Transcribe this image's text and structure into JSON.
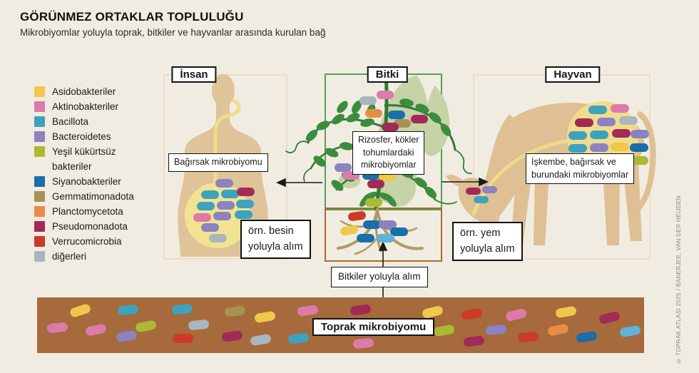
{
  "header": {
    "title": "GÖRÜNMEZ ORTAKLAR TOPLULUĞU",
    "subtitle": "Mikrobiyomlar yoluyla toprak, bitkiler ve hayvanlar arasında kurulan bağ"
  },
  "legend": {
    "items": [
      {
        "label": "Asidobakteriler",
        "color": "#EFC84B"
      },
      {
        "label": "Aktinobakteriler",
        "color": "#DC7BA9"
      },
      {
        "label": "Bacillota",
        "color": "#3DA3BD"
      },
      {
        "label": "Bacteroidetes",
        "color": "#8B82C1"
      },
      {
        "label": "Yeşil kükürtsüz bakteriler",
        "color": "#ACB935"
      },
      {
        "label": "Siyanobakteriler",
        "color": "#1A6EA9"
      },
      {
        "label": "Gemmatimonadota",
        "color": "#A79154"
      },
      {
        "label": "Planctomycetota",
        "color": "#E68C45"
      },
      {
        "label": "Pseudomonadota",
        "color": "#A22A56"
      },
      {
        "label": "Verrucomicrobia",
        "color": "#CB3B27"
      },
      {
        "label": "diğerleri",
        "color": "#A9B6BE"
      }
    ]
  },
  "panels": {
    "human": {
      "title": "İnsan",
      "label": "Bağırsak mikrobiyomu"
    },
    "plant": {
      "title": "Bitki",
      "label": "Rizosfer, kökler\ntohumlardaki\nmikrobiyomlar"
    },
    "animal": {
      "title": "Hayvan",
      "label": "İşkembe, bağırsak ve\nburundaki mikrobiyomlar"
    }
  },
  "annotations": {
    "to_human": "örn. besin\nyoluyla alım",
    "to_animal": "örn. yem\nyoluyla alım",
    "soil_to_plant": "Bitkiler yoluyla alım",
    "soil_label": "Toprak mikrobiyomu"
  },
  "credit": "© TOPRAK ATLASI 2025 / BANERJEE, VAN DER HEIJDEN",
  "palette": {
    "y": "#EFC84B",
    "pk": "#DC7BA9",
    "t": "#3DA3BD",
    "pu": "#8B82C1",
    "g": "#ACB935",
    "b": "#1A6EA9",
    "k": "#A79154",
    "o": "#E68C45",
    "dr": "#A22A56",
    "r": "#CB3B27",
    "gy": "#A9B6BE",
    "sk": "#5FB3D9"
  },
  "microbes": {
    "regions": [
      {
        "name": "human-gut",
        "w": 25,
        "h": 12,
        "pills": [
          [
            314,
            257,
            "pu",
            0
          ],
          [
            294,
            273,
            "t",
            0
          ],
          [
            322,
            272,
            "t",
            0
          ],
          [
            344,
            269,
            "dr",
            0
          ],
          [
            288,
            289,
            "t",
            0
          ],
          [
            316,
            288,
            "pu",
            0
          ],
          [
            343,
            286,
            "t",
            0
          ],
          [
            283,
            305,
            "pk",
            0
          ],
          [
            311,
            303,
            "pu",
            0
          ],
          [
            341,
            301,
            "t",
            0
          ],
          [
            294,
            319,
            "pu",
            0
          ],
          [
            305,
            334,
            "gy",
            0
          ]
        ]
      },
      {
        "name": "plant-shoot",
        "w": 24,
        "h": 12,
        "pills": [
          [
            540,
            133,
            "pk",
            0
          ],
          [
            516,
            141,
            "gy",
            0
          ],
          [
            524,
            159,
            "o",
            0
          ],
          [
            556,
            161,
            "b",
            0
          ],
          [
            564,
            173,
            "k",
            0
          ],
          [
            588,
            167,
            "dr",
            0
          ],
          [
            547,
            178,
            "dr",
            0
          ],
          [
            481,
            235,
            "pu",
            0
          ],
          [
            492,
            246,
            "pk",
            0
          ],
          [
            520,
            246,
            "b",
            0
          ],
          [
            543,
            248,
            "y",
            0
          ],
          [
            527,
            258,
            "dr",
            0
          ],
          [
            524,
            284,
            "g",
            0
          ]
        ]
      },
      {
        "name": "plant-roots",
        "w": 25,
        "h": 12,
        "pills": [
          [
            500,
            303,
            "r",
            -8
          ],
          [
            521,
            315,
            "b",
            0
          ],
          [
            543,
            315,
            "pu",
            0
          ],
          [
            489,
            323,
            "y",
            -10
          ],
          [
            559,
            325,
            "b",
            0
          ],
          [
            512,
            334,
            "b",
            0
          ],
          [
            540,
            334,
            "sk",
            0
          ]
        ]
      },
      {
        "name": "animal-rumen",
        "w": 26,
        "h": 12,
        "pills": [
          [
            838,
            154,
            "t",
            0
          ],
          [
            869,
            152,
            "pk",
            0
          ],
          [
            819,
            172,
            "dr",
            0
          ],
          [
            850,
            171,
            "pu",
            0
          ],
          [
            881,
            169,
            "gy",
            0
          ],
          [
            810,
            190,
            "t",
            0
          ],
          [
            840,
            189,
            "t",
            0
          ],
          [
            871,
            187,
            "dr",
            0
          ],
          [
            897,
            188,
            "pu",
            0
          ],
          [
            810,
            208,
            "t",
            0
          ],
          [
            840,
            207,
            "pu",
            0
          ],
          [
            869,
            206,
            "y",
            0
          ],
          [
            896,
            207,
            "b",
            0
          ],
          [
            812,
            226,
            "pk",
            0
          ],
          [
            842,
            225,
            "pu",
            0
          ],
          [
            871,
            224,
            "t",
            0
          ],
          [
            896,
            225,
            "g",
            0
          ],
          [
            828,
            242,
            "pu",
            0
          ],
          [
            857,
            241,
            "t",
            0
          ]
        ]
      },
      {
        "name": "animal-mouth",
        "w": 21,
        "h": 10,
        "pills": [
          [
            663,
            268,
            "dr",
            0
          ],
          [
            686,
            266,
            "pu",
            0
          ],
          [
            674,
            280,
            "t",
            0
          ]
        ]
      },
      {
        "name": "soil",
        "w": 29,
        "h": 13,
        "pills": [
          [
            80,
            459,
            "pk",
            -6
          ],
          [
            112,
            435,
            "y",
            -18
          ],
          [
            134,
            462,
            "pk",
            -12
          ],
          [
            179,
            434,
            "t",
            -5
          ],
          [
            177,
            471,
            "pu",
            -10
          ],
          [
            204,
            457,
            "g",
            -12
          ],
          [
            255,
            433,
            "t",
            -6
          ],
          [
            278,
            455,
            "gy",
            -6
          ],
          [
            256,
            474,
            "r",
            0
          ],
          [
            329,
            436,
            "k",
            -8
          ],
          [
            325,
            471,
            "dr",
            -8
          ],
          [
            371,
            444,
            "y",
            -10
          ],
          [
            365,
            476,
            "gy",
            -10
          ],
          [
            431,
            435,
            "pk",
            -8
          ],
          [
            418,
            474,
            "t",
            -8
          ],
          [
            505,
            434,
            "dr",
            -8
          ],
          [
            509,
            481,
            "pk",
            -5
          ],
          [
            606,
            437,
            "y",
            -14
          ],
          [
            622,
            463,
            "g",
            -10
          ],
          [
            661,
            440,
            "r",
            -10
          ],
          [
            664,
            478,
            "dr",
            -8
          ],
          [
            695,
            462,
            "pu",
            -5
          ],
          [
            723,
            441,
            "pk",
            -14
          ],
          [
            740,
            472,
            "r",
            -5
          ],
          [
            782,
            462,
            "o",
            -12
          ],
          [
            793,
            437,
            "y",
            -10
          ],
          [
            822,
            472,
            "b",
            -10
          ],
          [
            854,
            445,
            "dr",
            -14
          ],
          [
            883,
            464,
            "sk",
            -10
          ]
        ]
      }
    ]
  }
}
